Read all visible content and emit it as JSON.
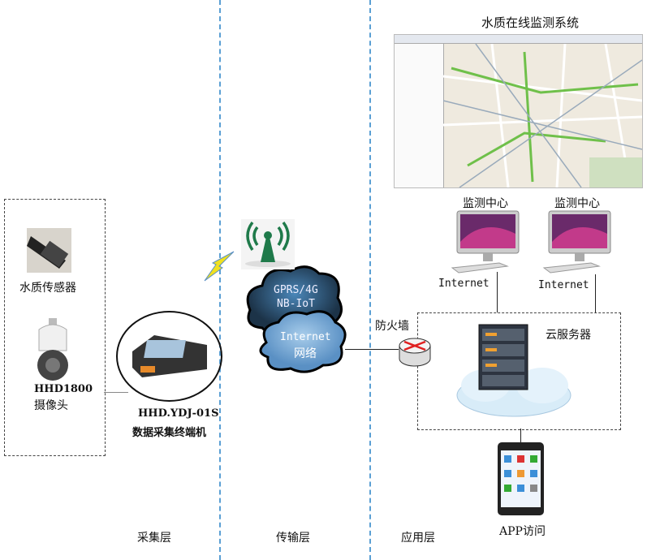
{
  "title": "水质在线监测系统",
  "layers": {
    "collect": "采集层",
    "transport": "传输层",
    "application": "应用层"
  },
  "sensor": {
    "label": "水质传感器"
  },
  "camera": {
    "model": "HHD1800",
    "label": "摄像头"
  },
  "terminal": {
    "model": "HHD.YDJ-01S",
    "label": "数据采集终端机"
  },
  "network": {
    "line1": "GPRS/4G",
    "line2": "NB-IoT",
    "line3": "Internet",
    "line4": "网络"
  },
  "firewall": {
    "label": "防火墙"
  },
  "monitors": [
    {
      "label": "监测中心",
      "link": "Internet"
    },
    {
      "label": "监测中心",
      "link": "Internet"
    }
  ],
  "cloud_server": {
    "label": "云服务器"
  },
  "app": {
    "label": "APP访问"
  },
  "colors": {
    "divider": "#5a9fd4",
    "tower": "#1f7a4a"
  }
}
